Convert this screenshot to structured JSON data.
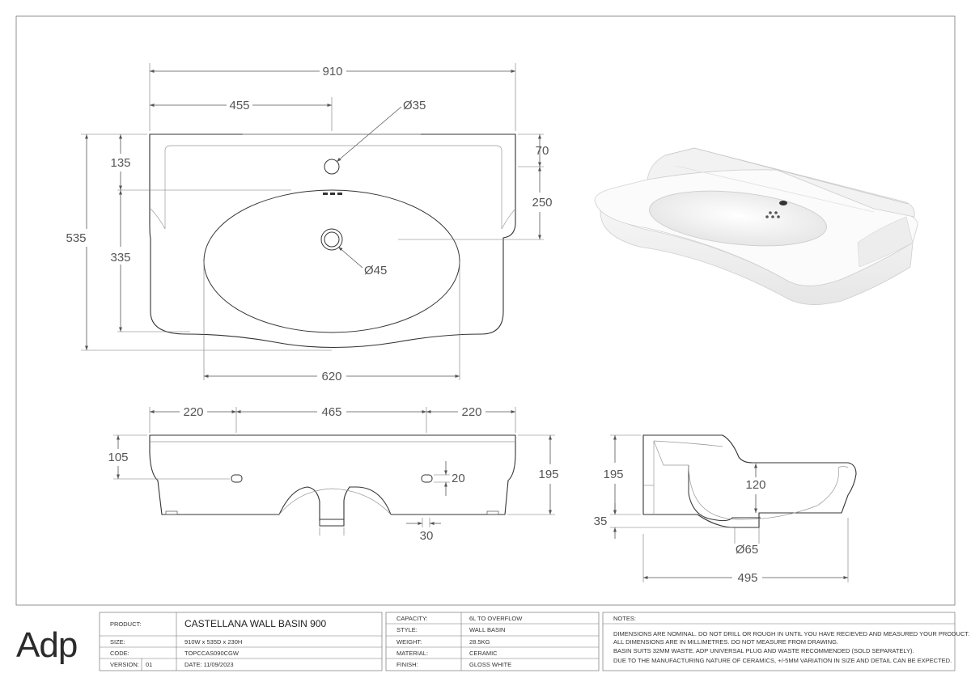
{
  "dimensions": {
    "top_view": {
      "overall_width": "910",
      "half_width": "455",
      "tap_hole": "Ø35",
      "back_depth": "135",
      "overall_depth": "535",
      "bowl_depth": "335",
      "upstand": "70",
      "bowl_offset": "250",
      "waste": "Ø45",
      "bowl_width": "620"
    },
    "front_view": {
      "left": "220",
      "middle": "465",
      "right": "220",
      "overflow_height": "105",
      "height": "195",
      "overflow_size": "20",
      "waste_width": "30"
    },
    "side_view": {
      "height": "195",
      "bowl_depth": "120",
      "base": "35",
      "waste": "Ø65",
      "depth": "495"
    }
  },
  "logo": "Adp",
  "title_block": {
    "product_label": "PRODUCT:",
    "product_value": "CASTELLANA WALL BASIN 900",
    "size_label": "SIZE:",
    "size_value": "910W x 535D x 230H",
    "code_label": "CODE:",
    "code_value": "TOPCCAS090CGW",
    "version_label": "VERSION:",
    "version_value": "01",
    "date_text": "DATE: 11/09/2023",
    "capacity_label": "CAPACITY:",
    "capacity_value": "6L TO OVERFLOW",
    "style_label": "STYLE:",
    "style_value": "WALL BASIN",
    "weight_label": "WEIGHT:",
    "weight_value": "28.5KG",
    "material_label": "MATERIAL:",
    "material_value": "CERAMIC",
    "finish_label": "FINISH:",
    "finish_value": "GLOSS WHITE",
    "notes_label": "NOTES:",
    "notes": [
      "DIMENSIONS ARE NOMINAL. DO NOT DRILL OR ROUGH IN UNTIL YOU HAVE RECIEVED AND MEASURED YOUR PRODUCT.",
      "ALL DIMENSIONS ARE IN MILLIMETRES. DO NOT MEASURE FROM DRAWING.",
      "BASIN SUITS 32MM WASTE. ADP UNIVERSAL PLUG AND WASTE RECOMMENDED (SOLD SEPARATELY).",
      "DUE TO THE MANUFACTURING NATURE OF CERAMICS, +/-5MM VARIATION IN SIZE AND DETAIL CAN BE EXPECTED."
    ]
  }
}
